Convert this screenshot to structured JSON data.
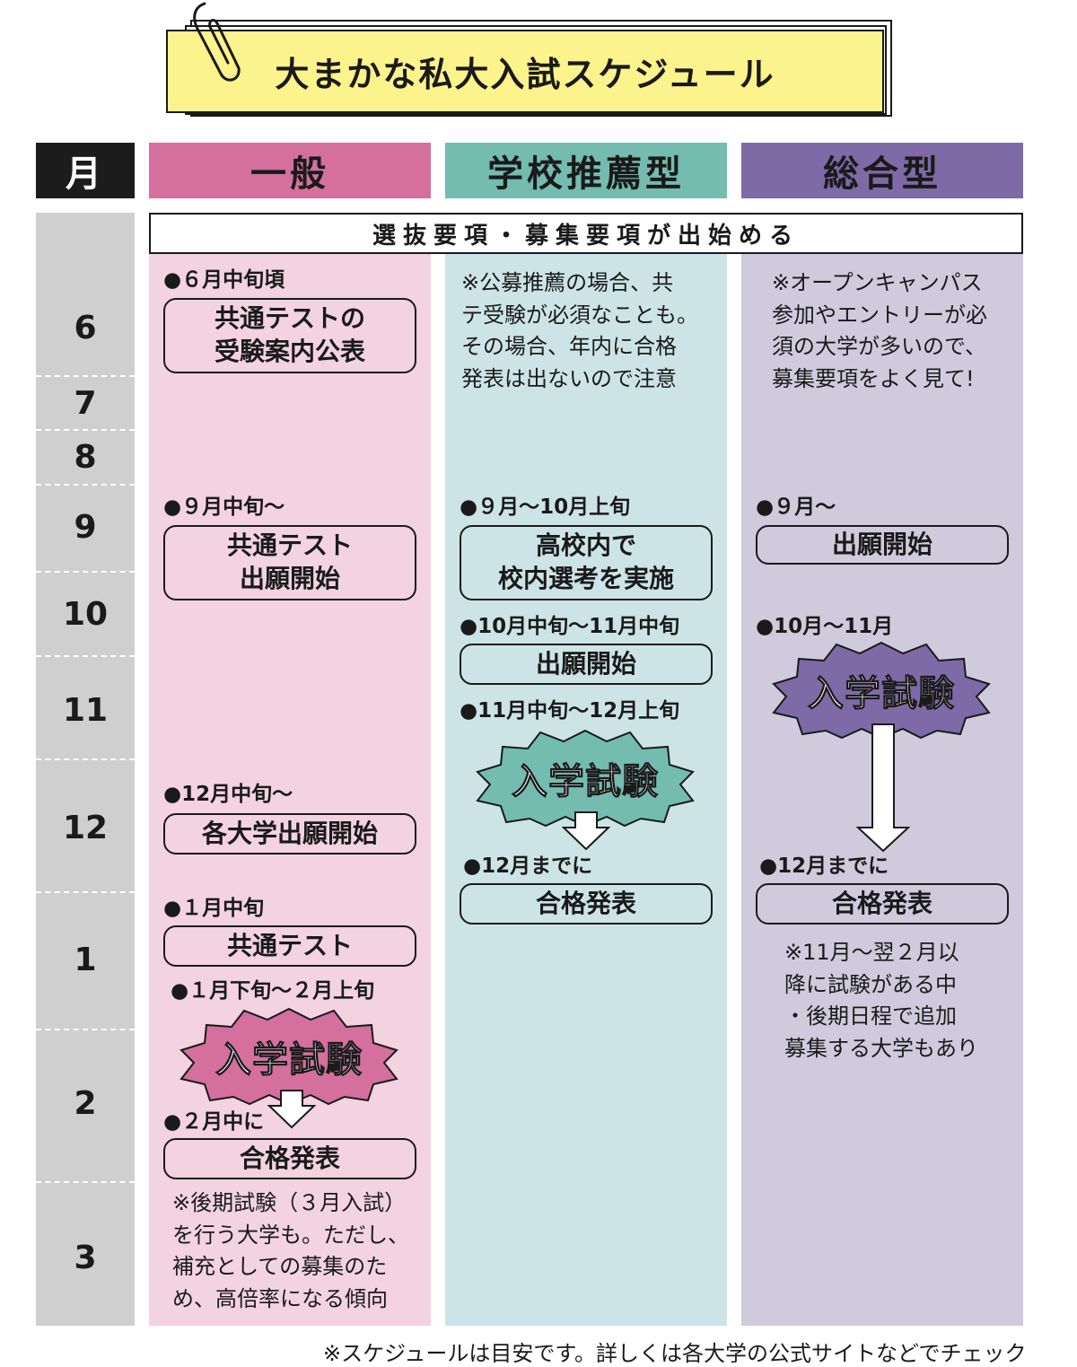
{
  "title": "大まかな私大入試スケジュール",
  "headers": {
    "month": "月",
    "ippan": "一般",
    "suisen": "学校推薦型",
    "sogo": "総合型"
  },
  "banner": "選抜要項・募集要項が出始める",
  "months": [
    "6",
    "7",
    "8",
    "9",
    "10",
    "11",
    "12",
    "1",
    "2",
    "3"
  ],
  "ippan": {
    "l1": "●６月中旬頃",
    "b1a": "共通テストの",
    "b1b": "受験案内公表",
    "l2": "●９月中旬～",
    "b2a": "共通テスト",
    "b2b": "出願開始",
    "l3": "●12月中旬～",
    "b3": "各大学出願開始",
    "l4": "●１月中旬",
    "b4": "共通テスト",
    "l5": "●１月下旬～２月上旬",
    "exam": "入学試験",
    "l6": "●２月中に",
    "b6": "合格発表",
    "note": [
      "※後期試験（３月入試）",
      "を行う大学も。ただし、",
      "補充としての募集のた",
      "め、高倍率になる傾向"
    ]
  },
  "suisen": {
    "note": [
      "※公募推薦の場合、共",
      "テ受験が必須なことも。",
      "その場合、年内に合格",
      "発表は出ないので注意"
    ],
    "l1": "●９月～10月上旬",
    "b1a": "高校内で",
    "b1b": "校内選考を実施",
    "l2": "●10月中旬～11月中旬",
    "b2": "出願開始",
    "l3": "●11月中旬～12月上旬",
    "exam": "入学試験",
    "l4": "●12月までに",
    "b4": "合格発表"
  },
  "sogo": {
    "note": [
      "※オープンキャンパス",
      "参加やエントリーが必",
      "須の大学が多いので、",
      "募集要項をよく見て!"
    ],
    "l1": "●９月～",
    "b1": "出願開始",
    "l2": "●10月～11月",
    "exam": "入学試験",
    "l3": "●12月までに",
    "b3": "合格発表",
    "note2": [
      "※11月～翌２月以",
      "降に試験がある中",
      "・後期日程で追加",
      "募集する大学もあり"
    ]
  },
  "footer": "※スケジュールは目安です。詳しくは各大学の公式サイトなどでチェック",
  "colors": {
    "title_bg": "#fdf38c",
    "ippan": "#d46f9e",
    "ippan_light": "#f2d3df",
    "suisen": "#74bcb0",
    "suisen_light": "#cde4e7",
    "sogo": "#7d6aa6",
    "sogo_light": "#cfcbdd",
    "month_bg": "#cfcfcf"
  },
  "icons": [
    "paperclip-icon",
    "down-arrow-icon",
    "starburst-icon"
  ]
}
